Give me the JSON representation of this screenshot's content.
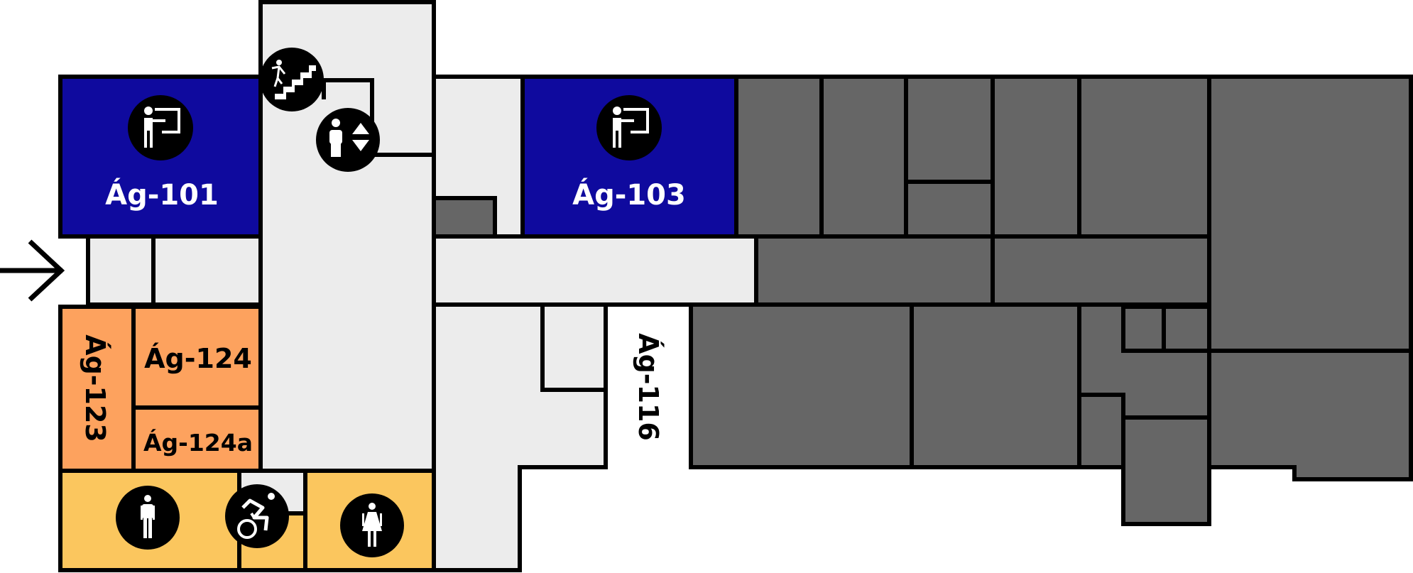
{
  "colors": {
    "lecture_room": "#0f0a9e",
    "office_room": "#fda25e",
    "restroom": "#fbc65e",
    "corridor": "#ececec",
    "unavailable": "#666666",
    "wall": "#000000",
    "icon_fill": "#000000",
    "icon_glyph": "#ffffff"
  },
  "rooms": {
    "ag101": {
      "label": "Ág-101",
      "type": "lecture-room",
      "icon": "lecturer-at-board-icon"
    },
    "ag103": {
      "label": "Ág-103",
      "type": "lecture-room",
      "icon": "lecturer-at-board-icon"
    },
    "ag123": {
      "label": "Ág-123",
      "type": "office"
    },
    "ag124": {
      "label": "Ág-124",
      "type": "office"
    },
    "ag124a": {
      "label": "Ág-124a",
      "type": "office"
    },
    "ag116": {
      "label": "Ág-116",
      "type": "room"
    }
  },
  "facilities": {
    "stairs": "stairs-icon",
    "elevator": "elevator-icon",
    "mens_restroom": "mens-restroom-icon",
    "womens_restroom": "womens-restroom-icon",
    "accessible_restroom": "accessible-restroom-icon",
    "entrance": "entrance-arrow-icon"
  }
}
